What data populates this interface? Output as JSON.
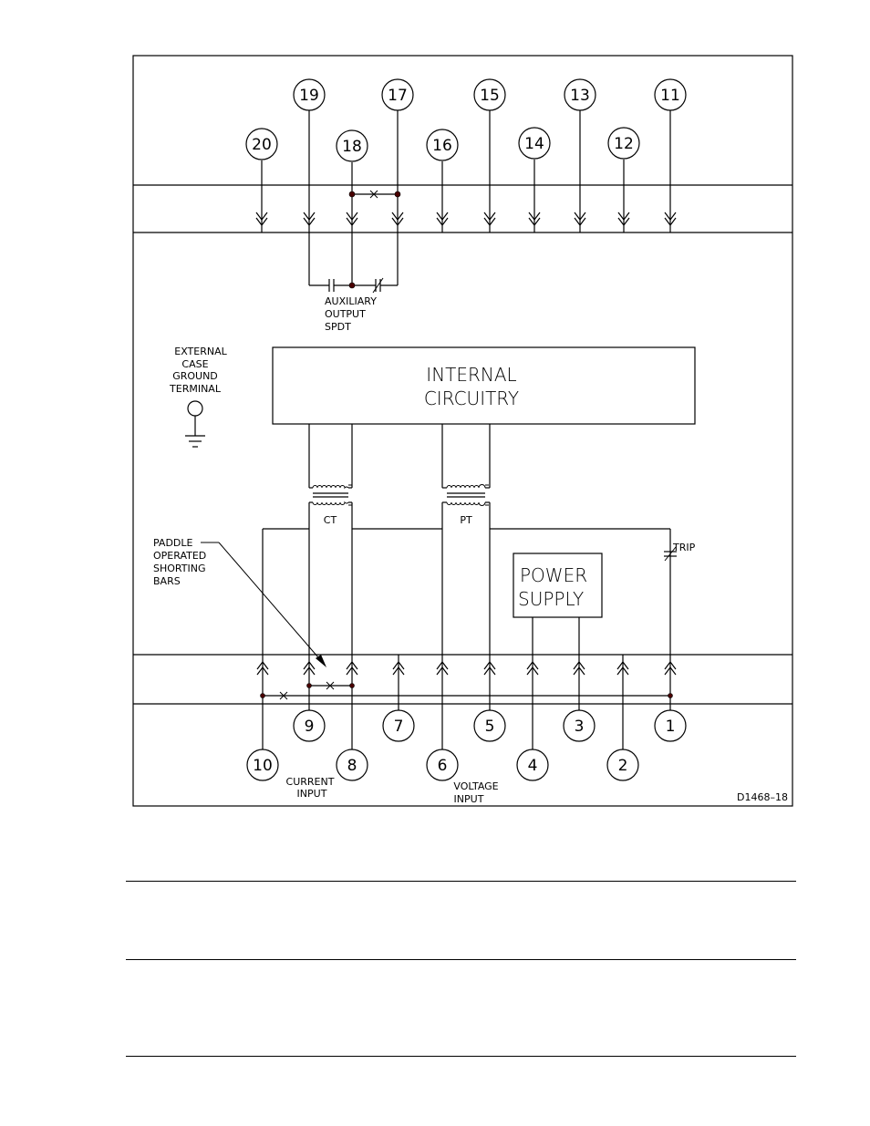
{
  "terminals_top": [
    "20",
    "19",
    "18",
    "17",
    "16",
    "15",
    "14",
    "13",
    "12",
    "11"
  ],
  "terminals_bottom": [
    "10",
    "9",
    "8",
    "7",
    "6",
    "5",
    "4",
    "3",
    "2",
    "1"
  ],
  "aux_output_label": [
    "AUXILIARY",
    "OUTPUT",
    "SPDT"
  ],
  "ground_label": [
    "EXTERNAL",
    "CASE",
    "GROUND",
    "TERMINAL"
  ],
  "internal_circuitry": [
    "INTERNAL",
    "CIRCUITRY"
  ],
  "ct_label": "CT",
  "pt_label": "PT",
  "trip_label": "TRIP",
  "power_supply": [
    "POWER",
    "SUPPLY"
  ],
  "shorting_bars_label": [
    "PADDLE",
    "OPERATED",
    "SHORTING",
    "BARS"
  ],
  "current_input_label": [
    "CURRENT",
    "INPUT"
  ],
  "voltage_input_label": [
    "VOLTAGE",
    "INPUT"
  ],
  "drawing_id": "D1468–18"
}
